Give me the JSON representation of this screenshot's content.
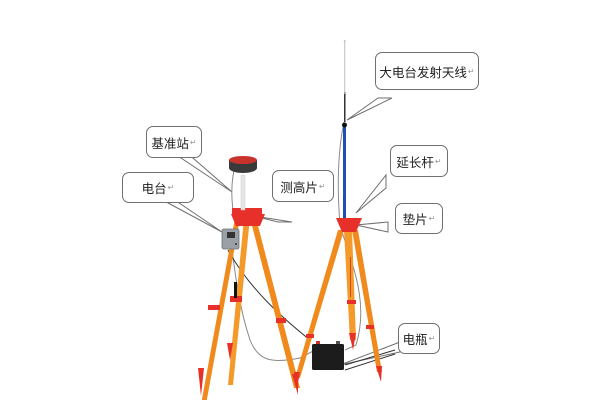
{
  "diagram": {
    "title": "RTK base station setup with external radio",
    "colors": {
      "tripod_leg": "#f08a1c",
      "tripod_head": "#e8302a",
      "receiver_top": "#c8342c",
      "receiver_body": "#3a3a3a",
      "radio_box": "#9aa0a6",
      "extension_pole": "#1f4fb3",
      "antenna_whip": "#bfbfbf",
      "battery": "#1c1c1c",
      "cable": "#8a8a8a",
      "callout_border": "#6f6f6f"
    },
    "return_mark": "↵",
    "labels": [
      {
        "id": "radio-antenna",
        "text": "大电台发射天线",
        "meaning": "big radio transmitting antenna"
      },
      {
        "id": "base-station",
        "text": "基准站",
        "meaning": "base station"
      },
      {
        "id": "radio",
        "text": "电台",
        "meaning": "radio"
      },
      {
        "id": "height-plate",
        "text": "测高片",
        "meaning": "height measuring plate"
      },
      {
        "id": "extension-pole",
        "text": "延长杆",
        "meaning": "extension pole"
      },
      {
        "id": "spacer",
        "text": "垫片",
        "meaning": "spacer/shim"
      },
      {
        "id": "battery",
        "text": "电瓶",
        "meaning": "battery"
      }
    ]
  }
}
